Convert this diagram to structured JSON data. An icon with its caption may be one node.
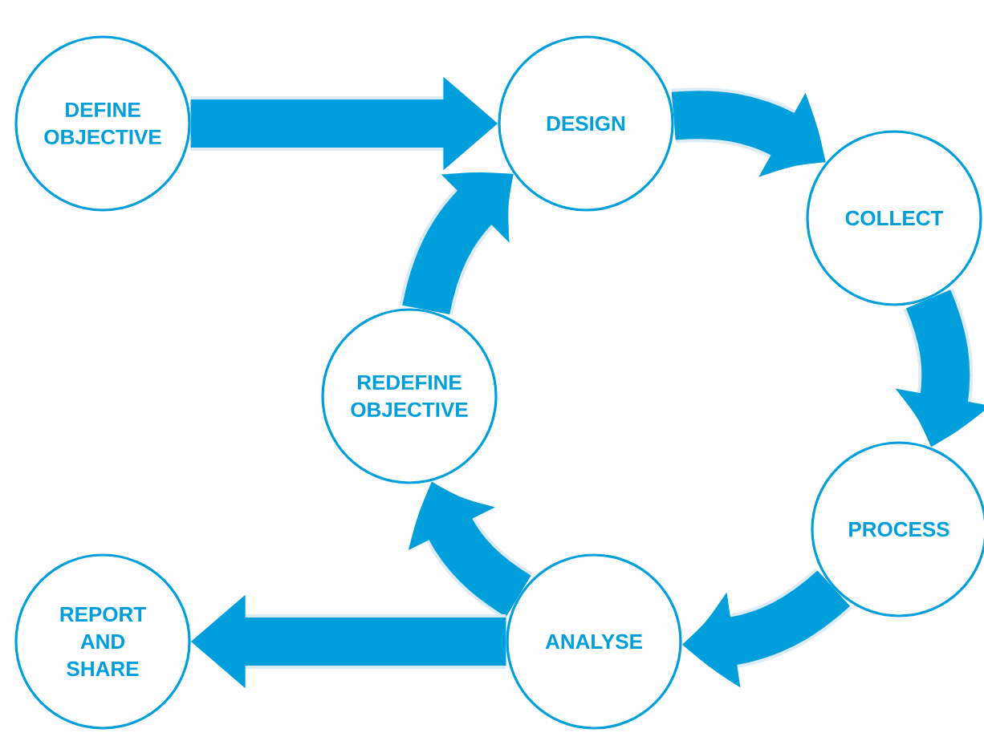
{
  "diagram": {
    "nodes": [
      {
        "text": [
          "DEFINE OBJECTIVE"
        ]
      },
      {
        "text": [
          "DESIGN"
        ]
      },
      {
        "text": [
          "COLLECT"
        ]
      },
      {
        "text": [
          "PROCESS"
        ]
      },
      {
        "text": [
          "ANALYSE"
        ]
      },
      {
        "text": [
          "REDEFINE OBJECTIVE"
        ]
      },
      {
        "text": [
          "REPORT AND SHARE"
        ]
      }
    ],
    "edges": [
      {
        "from": 0,
        "to": 1,
        "arrow": "to"
      },
      {
        "from": 1,
        "to": 2,
        "arrow": "to"
      },
      {
        "from": 2,
        "to": 3,
        "arrow": "to"
      },
      {
        "from": 3,
        "to": 4,
        "arrow": "to"
      },
      {
        "from": 4,
        "to": 5,
        "arrow": "to"
      },
      {
        "from": 5,
        "to": 1,
        "arrow": "to"
      },
      {
        "from": 4,
        "to": 6,
        "arrow": "to"
      }
    ]
  }
}
